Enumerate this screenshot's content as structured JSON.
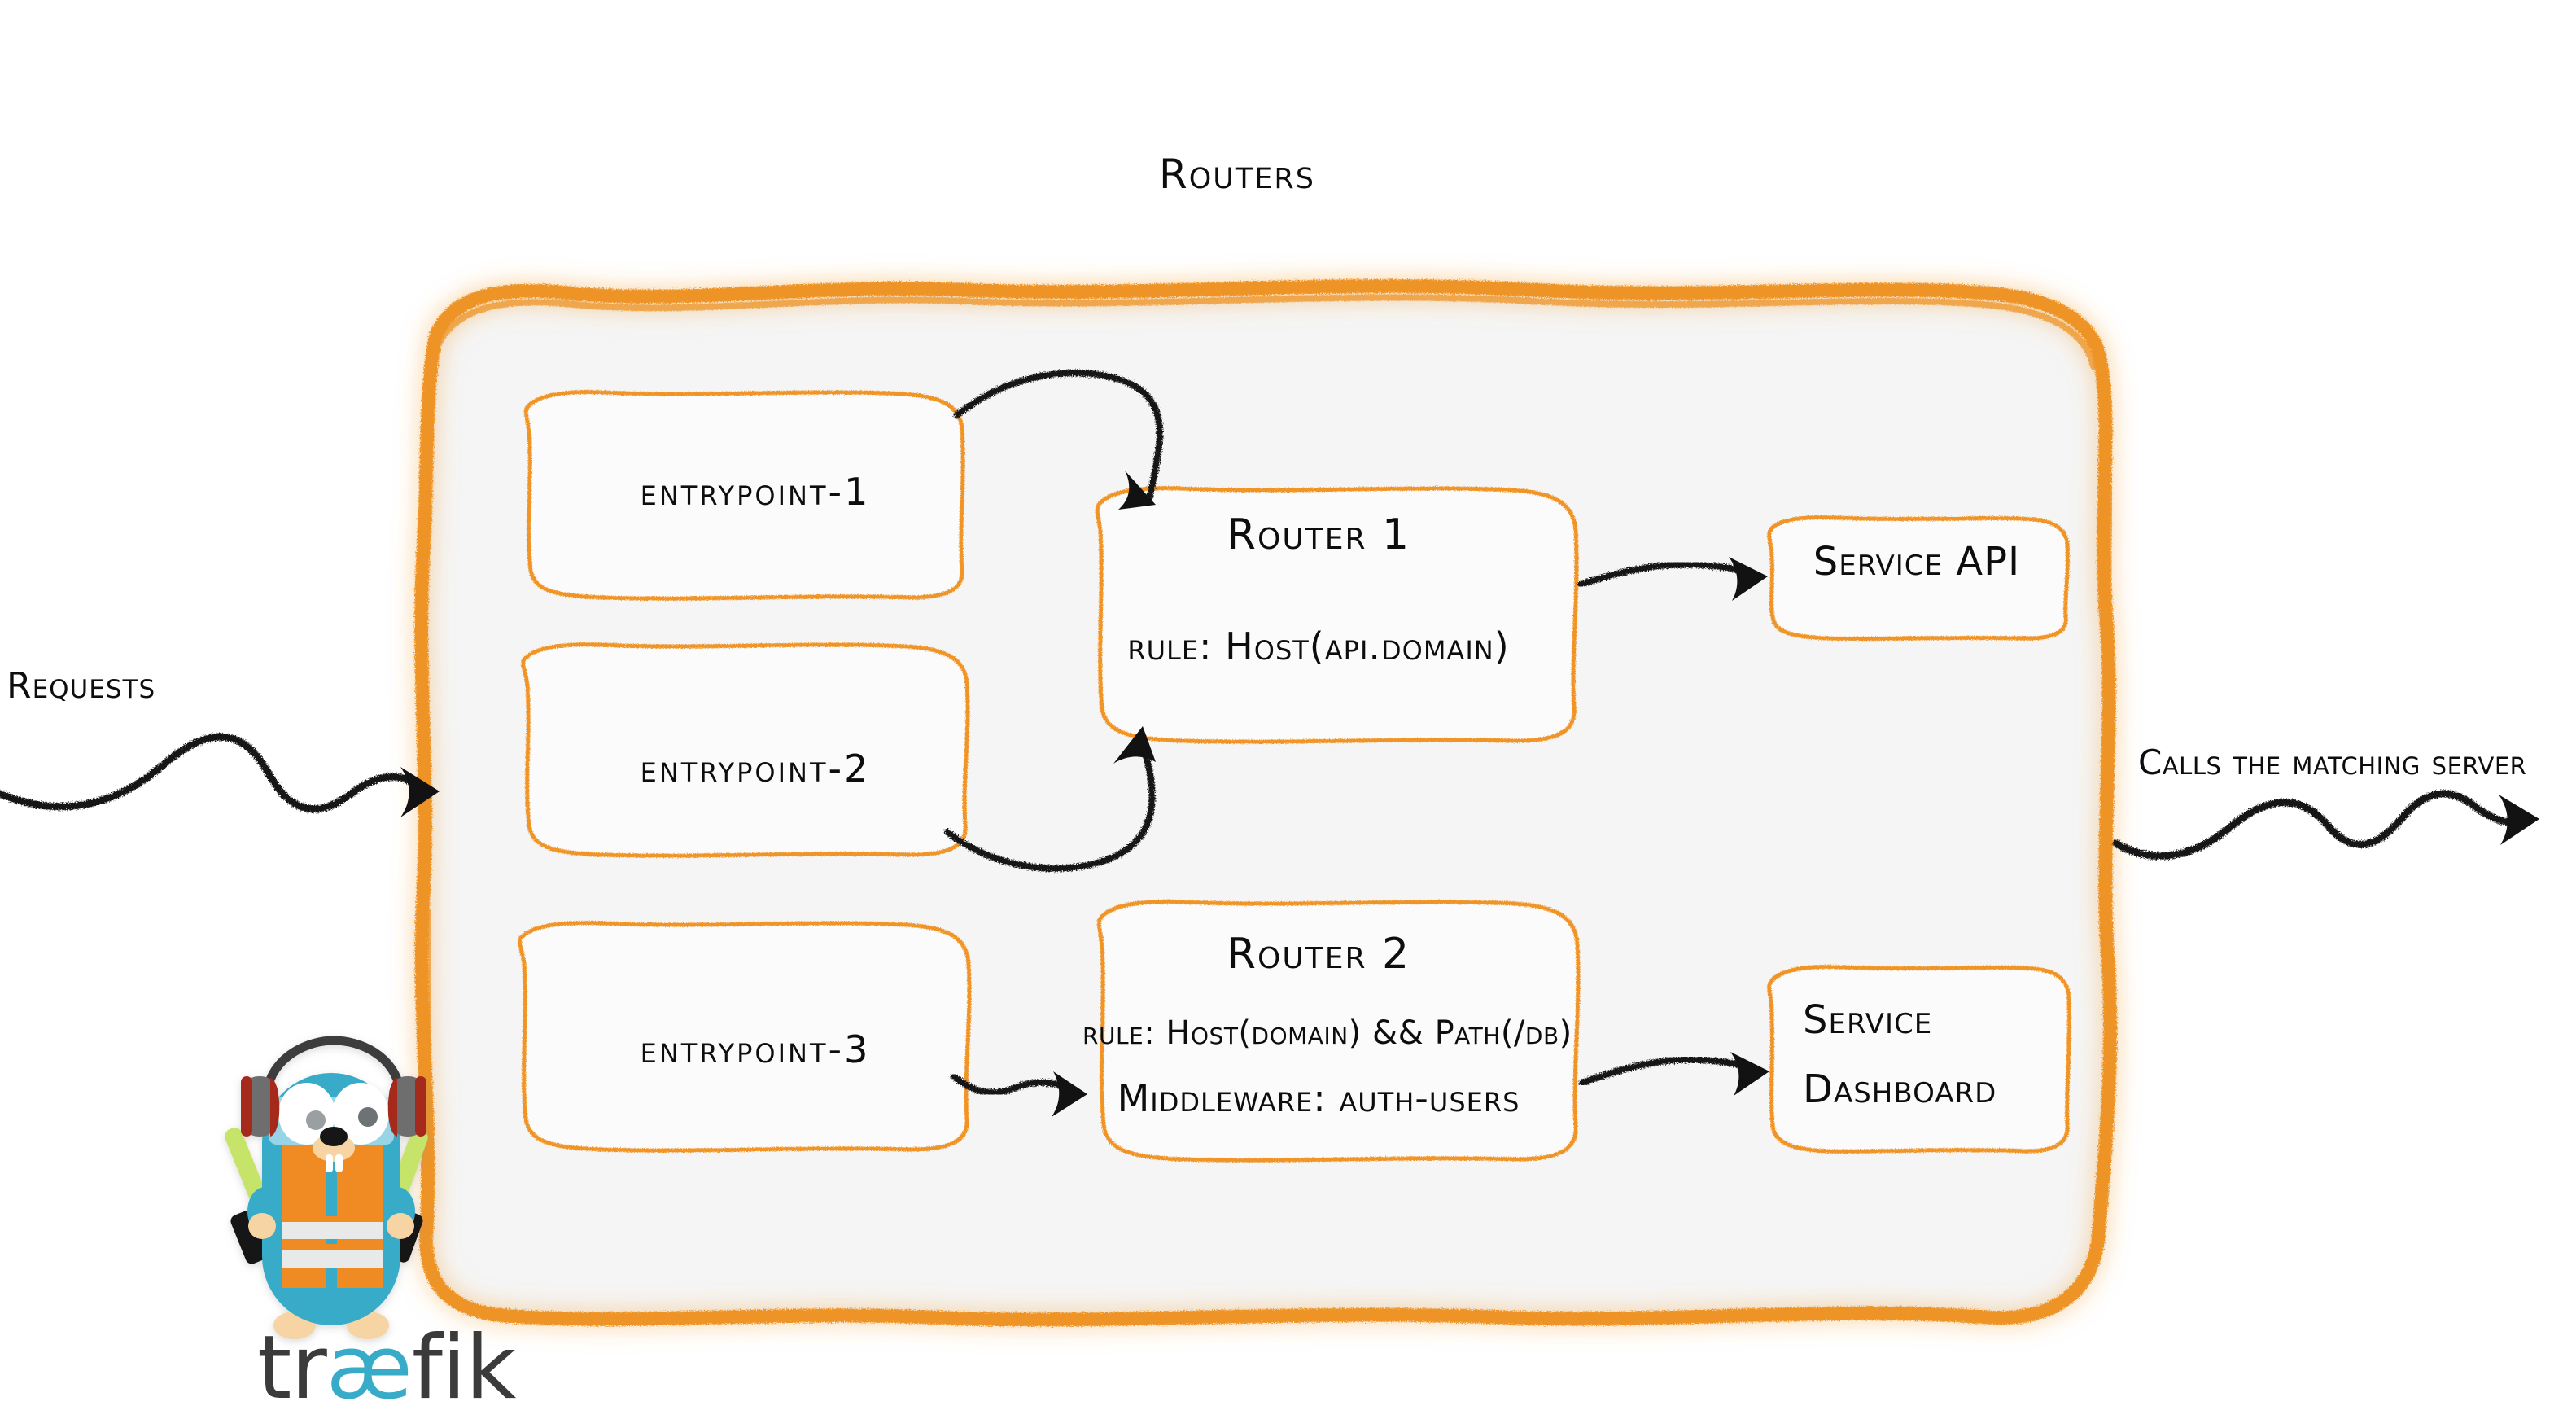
{
  "diagram": {
    "title": "Routers",
    "product": "traefik",
    "colors": {
      "accent_orange": "#EE9327",
      "panel_fill": "#F5F5F5",
      "box_fill": "#FBFBFB",
      "ink": "#0D0D0D",
      "gopher_body": "#37ABC8",
      "gopher_vest": "#F08A24",
      "wordmark_dark": "#3B3B3B",
      "wordmark_cyan": "#37ABC8"
    }
  },
  "entrypoints": [
    {
      "label": "entrypoint-1"
    },
    {
      "label": "entrypoint-2"
    },
    {
      "label": "entrypoint-3"
    }
  ],
  "routers": [
    {
      "title": "Router 1",
      "rule": "rule: Host(api.domain)"
    },
    {
      "title": "Router 2",
      "rule": "rule: Host(domain) && Path(/db)",
      "middleware": "Middleware: auth-users"
    }
  ],
  "services": [
    {
      "label": "Service API"
    },
    {
      "line1": "Service",
      "line2": "Dashboard"
    }
  ],
  "flow_labels": {
    "incoming": "Requests",
    "outgoing": "Calls the matching server"
  },
  "logo": {
    "prefix": "tr",
    "ligature": "æ",
    "suffix": "fik"
  }
}
